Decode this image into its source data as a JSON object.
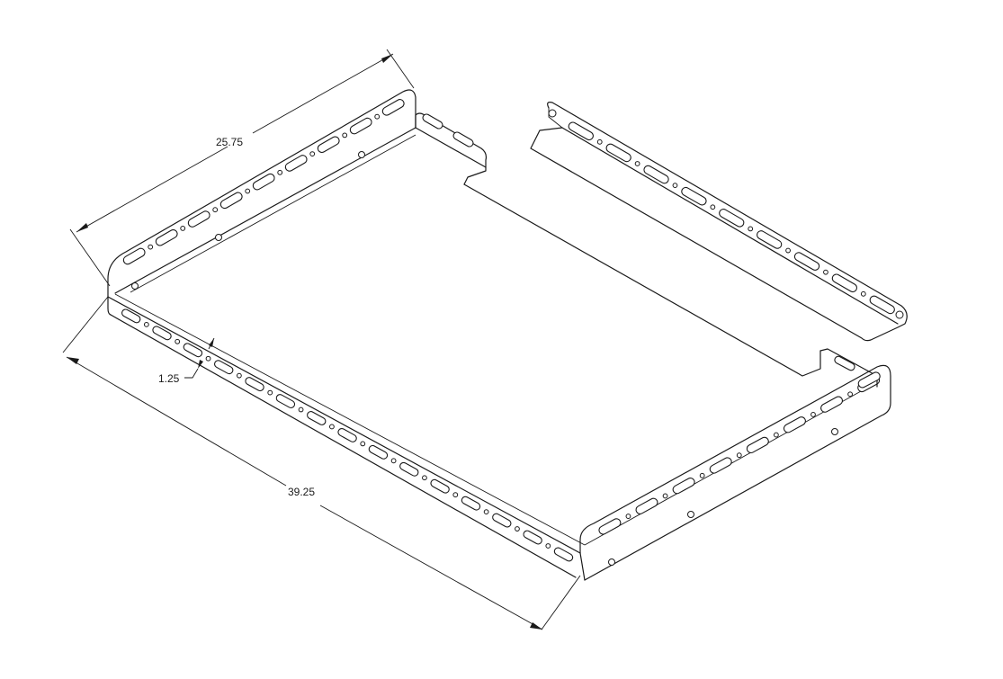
{
  "dimensions": {
    "depth_label": "25.75",
    "length_label": "39.25",
    "flange_label": "1.25"
  },
  "colors": {
    "line": "#1a1a1a",
    "background": "#ffffff"
  }
}
